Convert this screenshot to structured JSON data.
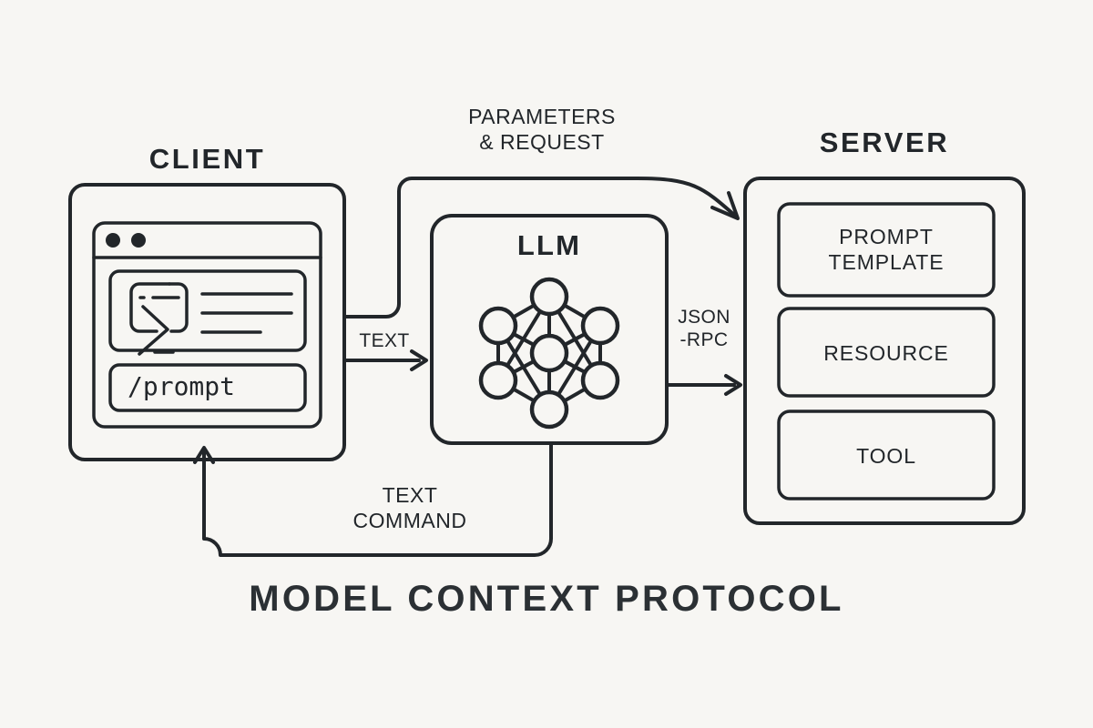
{
  "meta": {
    "title": "MODEL CONTEXT PROTOCOL",
    "background_color": "#f7f6f3",
    "stroke_color": "#22262a",
    "text_color": "#22262a"
  },
  "nodes": {
    "client": {
      "heading": "CLIENT",
      "window": {
        "titlebar_dots": 2,
        "terminal_icon": "terminal-prompt-icon",
        "text_lines": 3,
        "prompt_value": "/prompt"
      }
    },
    "llm": {
      "heading": "LLM",
      "icon": "neural-network-icon",
      "network": {
        "outer_nodes": 6,
        "center_nodes": 1
      }
    },
    "server": {
      "heading": "SERVER",
      "cards": [
        {
          "label": "PROMPT\nTEMPLATE"
        },
        {
          "label": "RESOURCE"
        },
        {
          "label": "TOOL"
        }
      ]
    }
  },
  "edges": [
    {
      "id": "client-to-server",
      "label": "PARAMETERS\n& REQUEST",
      "from": "client",
      "to": "server",
      "arrow": "arrow-head-diagonal"
    },
    {
      "id": "client-to-llm",
      "label": "TEXT",
      "from": "client",
      "to": "llm",
      "arrow": "arrow-head-right"
    },
    {
      "id": "llm-to-server",
      "label": "JSON\n-RPC",
      "from": "llm",
      "to": "server",
      "arrow": "arrow-head-right"
    },
    {
      "id": "llm-to-client",
      "label": "TEXT\nCOMMAND",
      "from": "llm",
      "to": "client",
      "arrow": "arrow-head-up"
    }
  ]
}
